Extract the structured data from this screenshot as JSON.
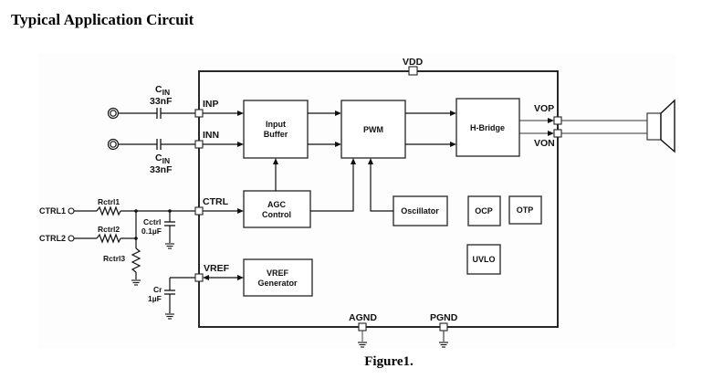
{
  "title": "Typical Application Circuit",
  "caption": "Figure1.",
  "chip": {
    "pins": {
      "vdd": "VDD",
      "inp": "INP",
      "inn": "INN",
      "ctrl": "CTRL",
      "vref": "VREF",
      "vop": "VOP",
      "von": "VON",
      "agnd": "AGND",
      "pgnd": "PGND"
    },
    "blocks": {
      "input_buffer": [
        "Input",
        "Buffer"
      ],
      "pwm": "PWM",
      "h_bridge": "H-Bridge",
      "agc": [
        "AGC",
        "Control"
      ],
      "oscillator": "Oscillator",
      "ocp": "OCP",
      "otp": "OTP",
      "uvlo": "UVLO",
      "vref_gen": [
        "VREF",
        "Generator"
      ]
    }
  },
  "external": {
    "cin_top": {
      "name": "C",
      "sub": "IN",
      "value": "33nF"
    },
    "cin_bottom": {
      "name": "C",
      "sub": "IN",
      "value": "33nF"
    },
    "ctrl1": "CTRL1",
    "ctrl2": "CTRL2",
    "rctrl1": "Rctrl1",
    "rctrl2": "Rctrl2",
    "rctrl3": "Rctrl3",
    "cctrl": {
      "name": "Cctrl",
      "value": "0.1µF"
    },
    "cr": {
      "name": "Cr",
      "value": "1µF"
    }
  }
}
